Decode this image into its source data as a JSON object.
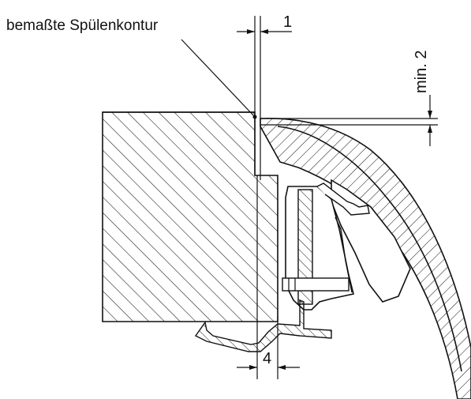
{
  "labels": {
    "contour": "bemaßte Spülenkontur",
    "dim_top": "1",
    "dim_right": "min. 2",
    "dim_bottom": "4"
  },
  "colors": {
    "line": "#111111",
    "background": "#ffffff"
  }
}
